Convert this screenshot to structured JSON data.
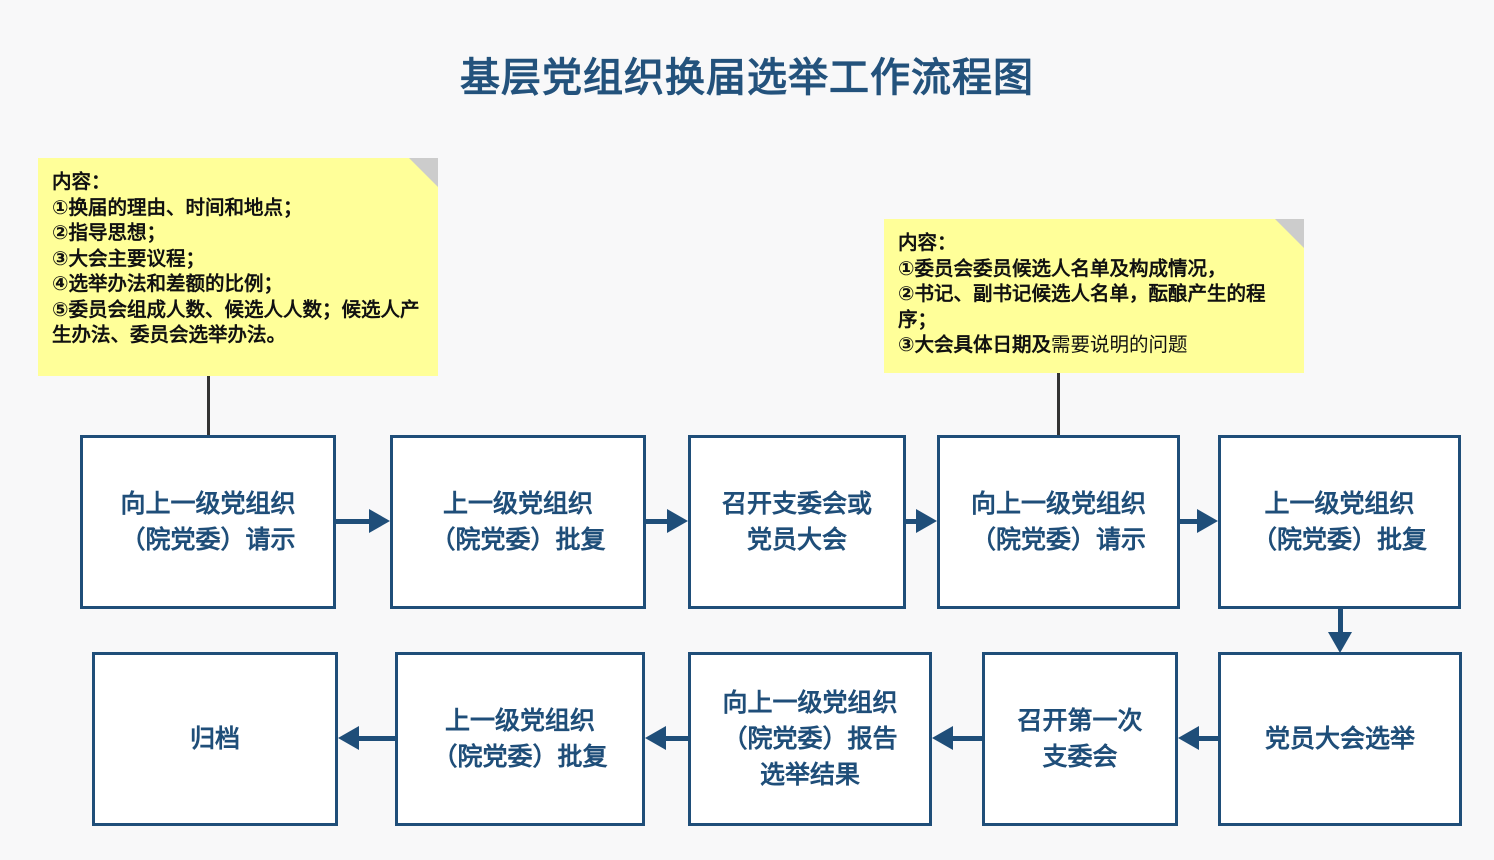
{
  "page": {
    "title": "基层党组织换届选举工作流程图",
    "background_color": "#f8f8f9",
    "accent_color": "#1f4e79",
    "title_color": "#23527c",
    "note_color": "#ffff99"
  },
  "notes": [
    {
      "id": "note-left",
      "heading": "内容：",
      "lines": [
        "①换届的理由、时间和地点；",
        "②指导思想；",
        "③大会主要议程；",
        "④选举办法和差额的比例；",
        "⑤委员会组成人数、候选人人数；候选人产生办法、委员会选举办法。"
      ]
    },
    {
      "id": "note-right",
      "heading": "内容：",
      "lines": [
        "①委员会委员候选人名单及构成情况，",
        "②书记、副书记候选人名单，酝酿产生的程序；"
      ],
      "line3_bold": "③大会具体日期及",
      "line3_light": "需要说明的问题"
    }
  ],
  "flow": {
    "row1": [
      {
        "id": "box-r1c1",
        "label": "向上一级党组织\n（院党委）请示"
      },
      {
        "id": "box-r1c2",
        "label": "上一级党组织\n（院党委）批复"
      },
      {
        "id": "box-r1c3",
        "label": "召开支委会或\n党员大会"
      },
      {
        "id": "box-r1c4",
        "label": "向上一级党组织\n（院党委）请示"
      },
      {
        "id": "box-r1c5",
        "label": "上一级党组织\n（院党委）批复"
      }
    ],
    "row2": [
      {
        "id": "box-r2c1",
        "label": "归档"
      },
      {
        "id": "box-r2c2",
        "label": "上一级党组织\n（院党委）批复"
      },
      {
        "id": "box-r2c3",
        "label": "向上一级党组织\n（院党委）报告\n选举结果"
      },
      {
        "id": "box-r2c4",
        "label": "召开第一次\n支委会"
      },
      {
        "id": "box-r2c5",
        "label": "党员大会选举"
      }
    ]
  }
}
